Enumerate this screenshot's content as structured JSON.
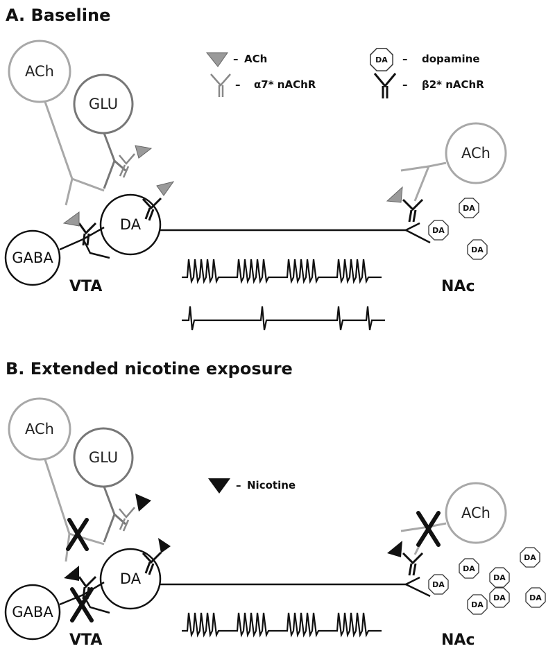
{
  "panels": [
    {
      "title": "A. Baseline"
    },
    {
      "title": "B. Extended nicotine exposure"
    }
  ],
  "legend": {
    "ach": "ACh",
    "dopamine_badge": "DA",
    "dopamine": "dopamine",
    "a7": "α7* nAChR",
    "b2": "β2* nAChR",
    "nicotine": "Nicotine",
    "dash": "–"
  },
  "cells": {
    "ach": "ACh",
    "glu": "GLU",
    "da": "DA",
    "gaba": "GABA"
  },
  "regions": {
    "vta": "VTA",
    "nac": "NAc"
  },
  "dopamine_molecules": {
    "label": "DA",
    "count_baseline": 3,
    "count_extended": 7
  },
  "colors": {
    "ach_ligand": "#9a9a9a",
    "nicotine": "#111111",
    "ach_neuron": "#a8a8a8",
    "glu_neuron": "#777777",
    "a7_receptor": "#888888",
    "b2_receptor": "#111111"
  }
}
